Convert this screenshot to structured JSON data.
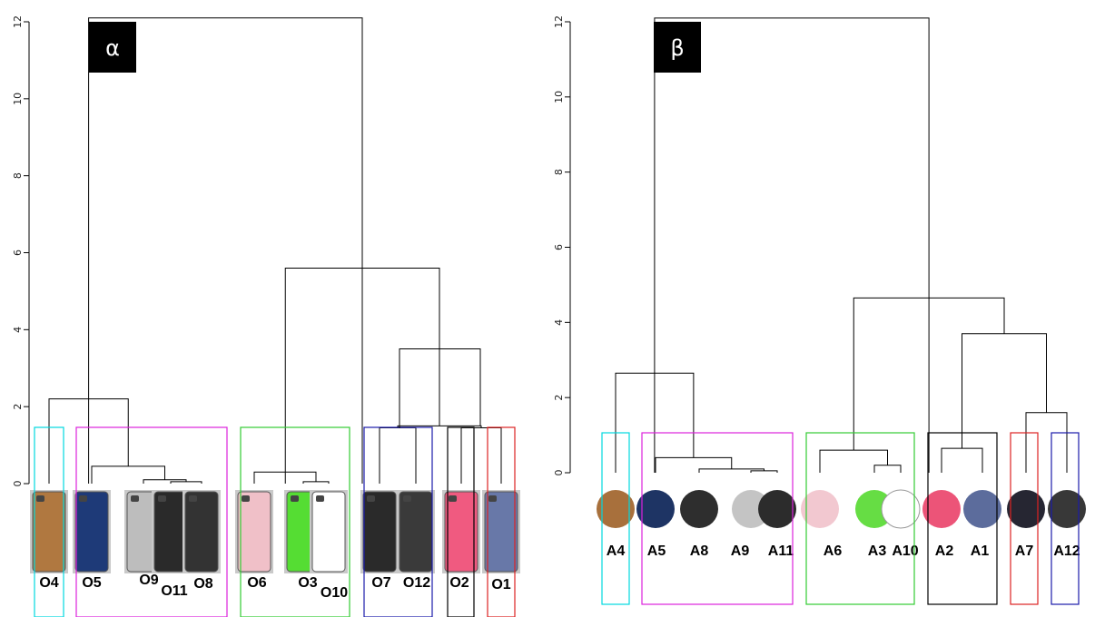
{
  "chart_data": [
    {
      "type": "dendrogram",
      "badge": "α",
      "ylim": [
        0,
        12.2
      ],
      "yticks": [
        0,
        2,
        4,
        6,
        8,
        10,
        12
      ],
      "leaves": [
        "O4",
        "O5",
        "O9",
        "O11",
        "O8",
        "O6",
        "O3",
        "O10",
        "O7",
        "O12",
        "O2",
        "O1"
      ],
      "merges": [
        {
          "a": "O11",
          "b": "O8",
          "height": 0.05
        },
        {
          "a": "O9",
          "b": "(O11,O8)",
          "height": 0.1
        },
        {
          "a": "O5",
          "b": "(O9,O11,O8)",
          "height": 0.45
        },
        {
          "a": "O3",
          "b": "O10",
          "height": 0.05
        },
        {
          "a": "O6",
          "b": "(O3,O10)",
          "height": 0.3
        },
        {
          "a": "O7",
          "b": "O12",
          "height": 1.45
        },
        {
          "a": "O2",
          "b": "O1",
          "height": 1.45
        },
        {
          "a": "(O7,O12)",
          "b": "(O2,O1)",
          "height": 1.5
        },
        {
          "a": "O4",
          "b": "(O5,O9,O11,O8)",
          "height": 2.2
        },
        {
          "a": "(O7,O12,O2,O1)",
          "b": "left",
          "height": 3.5
        },
        {
          "a": "(O6,O3,O10)",
          "b": "(O7,O12,O2,O1)",
          "height": 5.6
        },
        {
          "a": "(O4,O5,O9,O11,O8)",
          "b": "(O6,O3,O10,O7,O12,O2,O1)",
          "height": 12.1
        }
      ],
      "cluster_colors": [
        "#00d8e0",
        "#dd22dd",
        "#33cc33",
        "#1a1aaa",
        "#000000",
        "#dd2222"
      ]
    },
    {
      "type": "dendrogram",
      "badge": "β",
      "ylim": [
        0,
        12.2
      ],
      "yticks": [
        0,
        2,
        4,
        6,
        8,
        10,
        12
      ],
      "leaves": [
        "A4",
        "A5",
        "A8",
        "A9",
        "A11",
        "A6",
        "A3",
        "A10",
        "A2",
        "A1",
        "A7",
        "A12"
      ],
      "merges": [
        {
          "a": "A9",
          "b": "A11",
          "height": 0.05
        },
        {
          "a": "A8",
          "b": "(A9,A11)",
          "height": 0.1
        },
        {
          "a": "A5",
          "b": "(A8,A9,A11)",
          "height": 0.4
        },
        {
          "a": "A3",
          "b": "A10",
          "height": 0.2
        },
        {
          "a": "A6",
          "b": "(A3,A10)",
          "height": 0.6
        },
        {
          "a": "A2",
          "b": "A1",
          "height": 0.65
        },
        {
          "a": "A7",
          "b": "A12",
          "height": 1.6
        },
        {
          "a": "A4",
          "b": "(A5,A8,A9,A11)",
          "height": 2.65
        },
        {
          "a": "(A2,A1)",
          "b": "(A7,A12)",
          "height": 3.7
        },
        {
          "a": "(A6,A3,A10)",
          "b": "(A2,A1,A7,A12)",
          "height": 4.65
        },
        {
          "a": "(A4,A5,A8,A9,A11)",
          "b": "(A6,A3,A10,A2,A1,A7,A12)",
          "height": 12.1
        }
      ],
      "cluster_colors": [
        "#00d8e0",
        "#dd22dd",
        "#33cc33",
        "#000000",
        "#dd2222",
        "#1a1aaa"
      ]
    }
  ],
  "swatches": {
    "O4": "#b07840",
    "O5": "#1e3a78",
    "O9": "#bdbdbd",
    "O11": "#2a2a2a",
    "O8": "#333333",
    "O6": "#f0c0c8",
    "O3": "#55dd33",
    "O10": "#ffffff",
    "O7": "#2a2a2a",
    "O12": "#3a3a3a",
    "O2": "#f05a80",
    "O1": "#6878a8",
    "A4": "#a8703c",
    "A5": "#1e3464",
    "A8": "#2e2e2e",
    "A9": "#c4c4c4",
    "A11": "#2c2c2c",
    "A6": "#f2c8d0",
    "A3": "#66dd44",
    "A10": "#ffffff",
    "A2": "#ec5478",
    "A1": "#5c6c9c",
    "A7": "#262632",
    "A12": "#383838"
  }
}
